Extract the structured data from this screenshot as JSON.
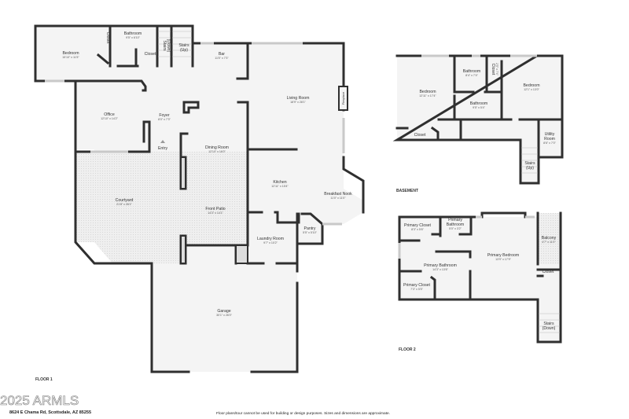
{
  "colors": {
    "wall": "#2f2f2f",
    "floor": "#f4f4f4",
    "patio": "#e8e8e8",
    "window": "#c9c9c9"
  },
  "floor1": {
    "label": "FLOOR 1",
    "rooms": {
      "bedroom": {
        "name": "Bedroom",
        "dim": "15'10\" x 11'5\""
      },
      "closet_a": {
        "name": "Closet"
      },
      "bathroom": {
        "name": "Bathroom",
        "dim": "9'5\" x 6'10\""
      },
      "closet_b": {
        "name": "Closet"
      },
      "stairs_down": {
        "name": "Stairs",
        "sub": "(Down)"
      },
      "stairs_up": {
        "name": "Stairs",
        "sub": "(Up)"
      },
      "bar": {
        "name": "Bar",
        "dim": "11'5\" x 7'3\""
      },
      "living": {
        "name": "Living Room",
        "dim": "18'9\" x 28'1\""
      },
      "fireplace": {
        "name": "Fireplace"
      },
      "office": {
        "name": "Office",
        "dim": "12'10\" x 14'2\""
      },
      "foyer": {
        "name": "Foyer",
        "dim": "8'0\" x 7'3\""
      },
      "entry": {
        "name": "Entry"
      },
      "dining": {
        "name": "Dining Room",
        "dim": "12'10\" x 16'0\""
      },
      "courtyard": {
        "name": "Courtyard",
        "dim": "21'8\" x 26'1\""
      },
      "patio": {
        "name": "Front Patio",
        "dim": "14'3\" x 14'1\""
      },
      "kitchen": {
        "name": "Kitchen",
        "dim": "12'11\" x 15'4\""
      },
      "nook": {
        "name": "Breakfast Nook",
        "dim": "11'0\" x 11'0\""
      },
      "pantry": {
        "name": "Pantry",
        "dim": "5'5\" x 5'10\""
      },
      "laundry": {
        "name": "Laundry Room",
        "dim": "9'7\" x 10'2\""
      },
      "garage": {
        "name": "Garage",
        "dim": "30'1\" x 26'0\""
      }
    }
  },
  "basement": {
    "label": "BASEMENT",
    "rooms": {
      "bedroom1": {
        "name": "Bedroom",
        "dim": "12'11\" x 17'4\""
      },
      "bath1": {
        "name": "Bathroom",
        "dim": "8'4\" x 7'4\""
      },
      "closet1": {
        "name": "Closet",
        "dim": "2'5\" x 7'4\""
      },
      "bedroom2": {
        "name": "Bedroom",
        "dim": "12'1\" x 13'0\""
      },
      "bath2": {
        "name": "Bathroom",
        "dim": "9'5\" x 5'4\""
      },
      "closet2": {
        "name": "Closet"
      },
      "utility": {
        "name": "Utility",
        "sub": "Room",
        "dim": "8'6\" x 7'0\""
      },
      "stairs": {
        "name": "Stairs",
        "sub": "(Up)"
      }
    }
  },
  "floor2": {
    "label": "FLOOR 2",
    "rooms": {
      "pcloset1": {
        "name": "Primary Closet",
        "dim": "8'3\" x 5'6\""
      },
      "pbath_small": {
        "name": "Primary",
        "sub": "Bathroom",
        "dim": "5'0\" x 3'2\""
      },
      "pbed": {
        "name": "Primary Bedroom",
        "dim": "13'9\" x 17'9\""
      },
      "balcony": {
        "name": "Balcony",
        "dim": "4'7\" x 11'0\""
      },
      "closet": {
        "name": "Closet"
      },
      "pbath": {
        "name": "Primary Bathroom",
        "dim": "14'3\" x 13'6\""
      },
      "pcloset2": {
        "name": "Primary Closet",
        "dim": "7'3\" x 5'5\""
      },
      "stairs": {
        "name": "Stairs",
        "sub": "(Down)"
      }
    }
  },
  "footer": {
    "logo": "2025 ARMLS",
    "address": "8624 E Chama Rd, Scottsdale, AZ 85255",
    "disclaimer": "Floor plans/tour cannot be used for building or design purposes. Sizes and dimensions are approximate."
  }
}
